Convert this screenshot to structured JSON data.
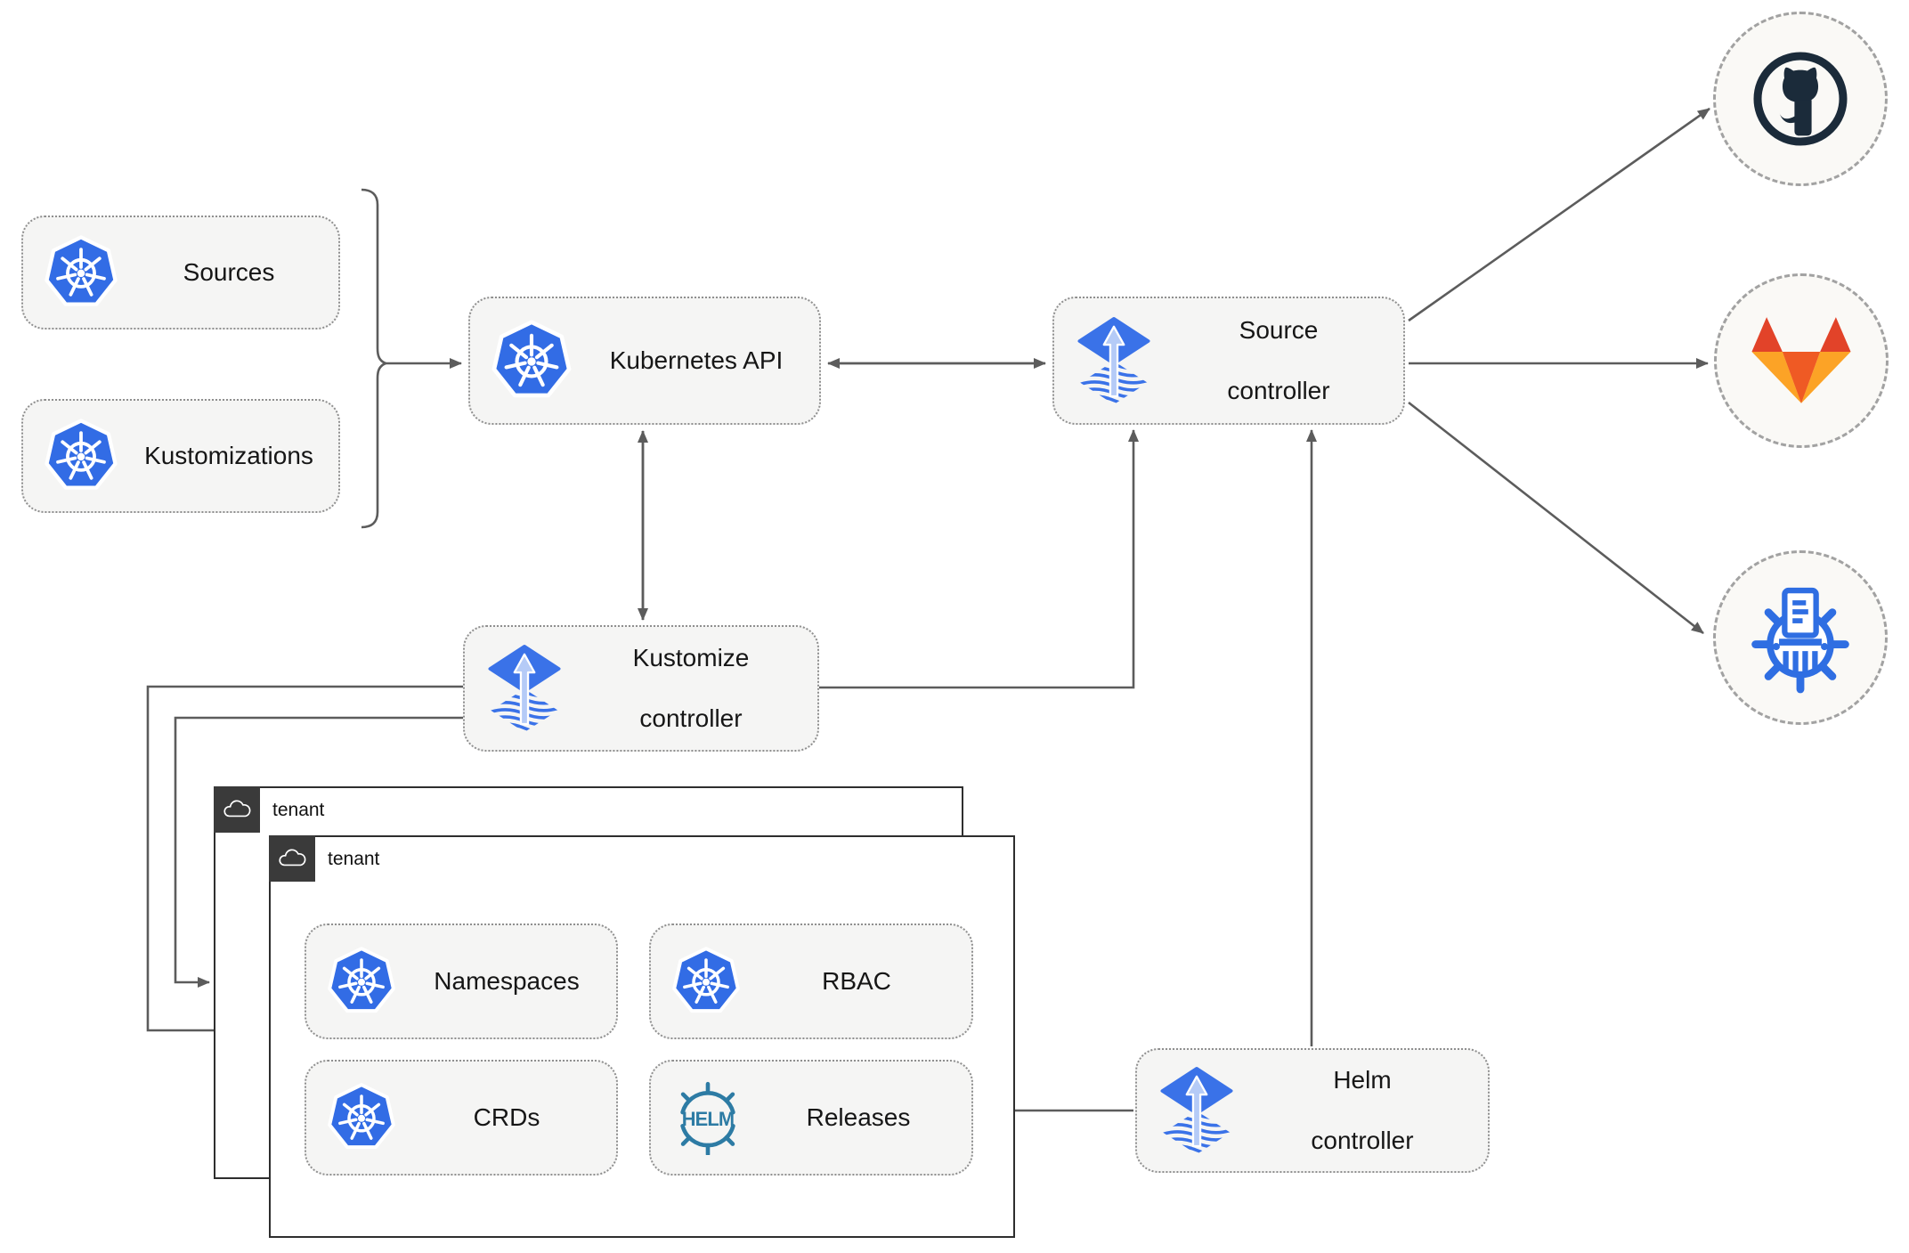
{
  "diagram": {
    "nodes": {
      "sources": {
        "label": "Sources"
      },
      "kustomizations": {
        "label": "Kustomizations"
      },
      "kubernetes_api": {
        "label": "Kubernetes API"
      },
      "source_controller": {
        "line1": "Source",
        "line2": "controller"
      },
      "kustomize_controller": {
        "line1": "Kustomize",
        "line2": "controller"
      },
      "helm_controller": {
        "line1": "Helm",
        "line2": "controller"
      },
      "namespaces": {
        "label": "Namespaces"
      },
      "rbac": {
        "label": "RBAC"
      },
      "crds": {
        "label": "CRDs"
      },
      "releases": {
        "label": "Releases"
      }
    },
    "groups": {
      "tenant_back": {
        "label": "tenant"
      },
      "tenant_front": {
        "label": "tenant"
      }
    },
    "external_targets": [
      {
        "name": "github"
      },
      {
        "name": "gitlab"
      },
      {
        "name": "chartmuseum"
      }
    ],
    "icons": {
      "helm_wordmark": "HELM"
    },
    "colors": {
      "kubernetes_blue": "#326CE5",
      "flux_blue": "#3a72e8",
      "flux_arrow_light": "#b5cbf7",
      "helm_teal": "#2d7ba4",
      "chartmuseum_blue": "#2f6ee2",
      "github_dark": "#1b2b3a",
      "gitlab_red": "#e24329",
      "gitlab_orange": "#ef5b25",
      "gitlab_yellow": "#fca326",
      "node_fill": "#f5f5f4",
      "tenant_badge": "#3a3a3a",
      "line_gray": "#5c5c5c"
    }
  }
}
